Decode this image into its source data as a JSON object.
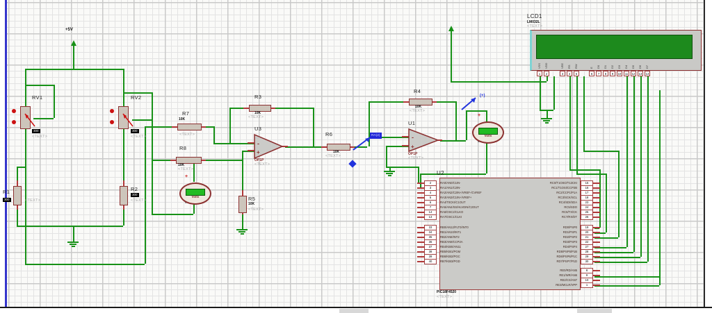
{
  "power": {
    "label": "+5V"
  },
  "pots": [
    {
      "ref": "RV1",
      "value": "300",
      "text": "<TEXT>"
    },
    {
      "ref": "RV2",
      "value": "300",
      "text": "<TEXT>"
    }
  ],
  "resistors": {
    "r1": {
      "ref": "R1",
      "value": "300",
      "text": "<TEXT>"
    },
    "r2": {
      "ref": "R2",
      "value": "300",
      "text": "<TEXT>"
    },
    "r3": {
      "ref": "R3",
      "value": "10K",
      "text": "<TEXT>"
    },
    "r4": {
      "ref": "R4",
      "value": "10K",
      "text": "<TEXT>"
    },
    "r5": {
      "ref": "R5",
      "value": "10K",
      "text": "<TEXT>"
    },
    "r6": {
      "ref": "R6",
      "value": "10K",
      "text": "<TEXT>"
    },
    "r7": {
      "ref": "R7",
      "value": "10K",
      "text": "<TEXT>"
    },
    "r8": {
      "ref": "R8",
      "value": "10K",
      "text": "<TEXT>"
    }
  },
  "opamps": [
    {
      "ref": "U3",
      "part": "OP1P",
      "text": "<TEXT>"
    },
    {
      "ref": "U1",
      "part": "OP1P",
      "text": "<TEXT>"
    }
  ],
  "meters": [
    {
      "label": "Volts",
      "plus": "+",
      "minus": "-"
    },
    {
      "label": "Volts",
      "plus": "+",
      "minus": "-"
    }
  ],
  "probes": {
    "net_label": "RA(2)",
    "plus": "(+)"
  },
  "mcu": {
    "ref": "U2",
    "part": "PIC18F4520",
    "text": "<TEXT>",
    "left_a": [
      {
        "num": "2",
        "label": "RA0/AN0/C1IN-"
      },
      {
        "num": "3",
        "label": "RA1/AN1/C2IN-"
      },
      {
        "num": "4",
        "label": "RA2/AN2/C2IN+/VREF-/CVREF"
      },
      {
        "num": "5",
        "label": "RA3/AN3/C1IN+/VREF+"
      },
      {
        "num": "6",
        "label": "RA4/T0CKI/C1OUT"
      },
      {
        "num": "7",
        "label": "RA5/AN4/SS/HLVDIN/C2OUT"
      },
      {
        "num": "14",
        "label": "RA6/OSC2/CLKO"
      },
      {
        "num": "13",
        "label": "RA7/OSC1/CLKI"
      }
    ],
    "left_b": [
      {
        "num": "33",
        "label": "RB0/AN12/FLT0/INT0"
      },
      {
        "num": "34",
        "label": "RB1/AN10/INT1"
      },
      {
        "num": "35",
        "label": "RB2/AN8/INT2"
      },
      {
        "num": "36",
        "label": "RB3/AN9/CCP2A"
      },
      {
        "num": "37",
        "label": "RB4/KBI0/AN11"
      },
      {
        "num": "38",
        "label": "RB5/KBI1/PGM"
      },
      {
        "num": "39",
        "label": "RB6/KBI2/PGC"
      },
      {
        "num": "40",
        "label": "RB7/KBI3/PGD"
      }
    ],
    "right_c": [
      {
        "num": "15",
        "label": "RC0/T1OSO/T13CKI"
      },
      {
        "num": "16",
        "label": "RC1/T1OSI/CCP2B"
      },
      {
        "num": "17",
        "label": "RC2/CCP1/P1A"
      },
      {
        "num": "18",
        "label": "RC3/SCK/SCL"
      },
      {
        "num": "23",
        "label": "RC4/SDI/SDA"
      },
      {
        "num": "24",
        "label": "RC5/SDO"
      },
      {
        "num": "25",
        "label": "RC6/TX/CK"
      },
      {
        "num": "26",
        "label": "RC7/RX/DT"
      }
    ],
    "right_d": [
      {
        "num": "19",
        "label": "RD0/PSP0"
      },
      {
        "num": "20",
        "label": "RD1/PSP1"
      },
      {
        "num": "21",
        "label": "RD2/PSP2"
      },
      {
        "num": "22",
        "label": "RD3/PSP3"
      },
      {
        "num": "27",
        "label": "RD4/PSP4"
      },
      {
        "num": "28",
        "label": "RD5/PSP5/P1B"
      },
      {
        "num": "29",
        "label": "RD6/PSP6/P1C"
      },
      {
        "num": "30",
        "label": "RD7/PSP7/P1D"
      }
    ],
    "right_e": [
      {
        "num": "8",
        "label": "RE0/RD/AN5"
      },
      {
        "num": "9",
        "label": "RE1/WR/AN6"
      },
      {
        "num": "10",
        "label": "RE2/CS/AN7"
      },
      {
        "num": "1",
        "label": "RE3/MCLR/VPP"
      }
    ]
  },
  "lcd": {
    "ref": "LCD1",
    "part": "LM032L",
    "text": "<TEXT>",
    "pins": [
      {
        "num": "1",
        "label": "VSS"
      },
      {
        "num": "2",
        "label": "VDD"
      },
      {
        "num": "3",
        "label": "VEE"
      },
      {
        "num": "4",
        "label": "RS"
      },
      {
        "num": "5",
        "label": "RW"
      },
      {
        "num": "6",
        "label": "E"
      },
      {
        "num": "7",
        "label": "D0"
      },
      {
        "num": "8",
        "label": "D1"
      },
      {
        "num": "9",
        "label": "D2"
      },
      {
        "num": "10",
        "label": "D3"
      },
      {
        "num": "11",
        "label": "D4"
      },
      {
        "num": "12",
        "label": "D5"
      },
      {
        "num": "13",
        "label": "D6"
      },
      {
        "num": "14",
        "label": "D7"
      }
    ]
  },
  "colors": {
    "wire": "#179117",
    "lead": "#b03838",
    "probe": "#2233dd"
  }
}
